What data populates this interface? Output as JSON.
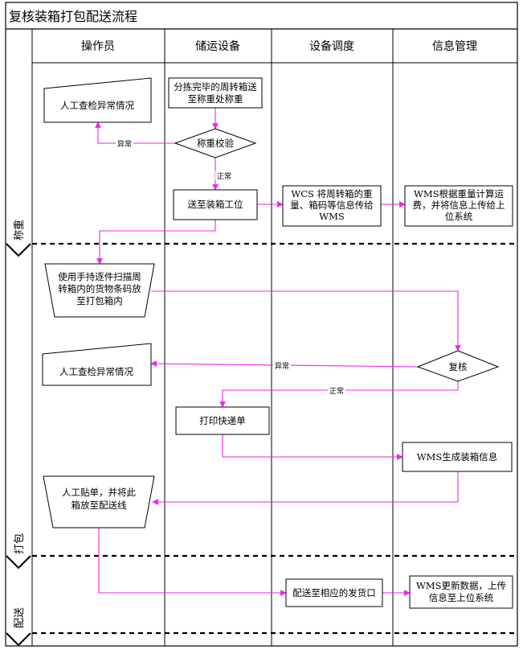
{
  "title": "复核装箱打包配送流程",
  "lanes": [
    "操作员",
    "储运设备",
    "设备调度",
    "信息管理"
  ],
  "phases": [
    "称重",
    "打包",
    "配送"
  ],
  "nodes": {
    "n1": [
      "分拣完毕的周转箱送",
      "至称重处称重"
    ],
    "n2": [
      "称重校验"
    ],
    "n3": [
      "人工查检异常情况"
    ],
    "n4": [
      "送至装箱工位"
    ],
    "n5": [
      "WCS 将周转箱的重",
      "量、箱码等信息传给",
      "WMS"
    ],
    "n6": [
      "WMS根据重量计算运",
      "费，并将信息上传给上",
      "位系统"
    ],
    "n7": [
      "使用手持逐件扫描周",
      "转箱内的货物条码放",
      "至打包箱内"
    ],
    "n8": [
      "复核"
    ],
    "n9": [
      "人工查检异常情况"
    ],
    "n10": [
      "打印快递单"
    ],
    "n11": [
      "WMS生成装箱信息"
    ],
    "n12": [
      "人工贴单，并将此",
      "箱放至配送线"
    ],
    "n13": [
      "配送至相应的发货口"
    ],
    "n14": [
      "WMS更新数据，上传",
      "信息至上位系统"
    ]
  },
  "edge_labels": {
    "abnormal_1": "异常",
    "normal_1": "正常",
    "abnormal_2": "异常",
    "normal_2": "正常"
  }
}
